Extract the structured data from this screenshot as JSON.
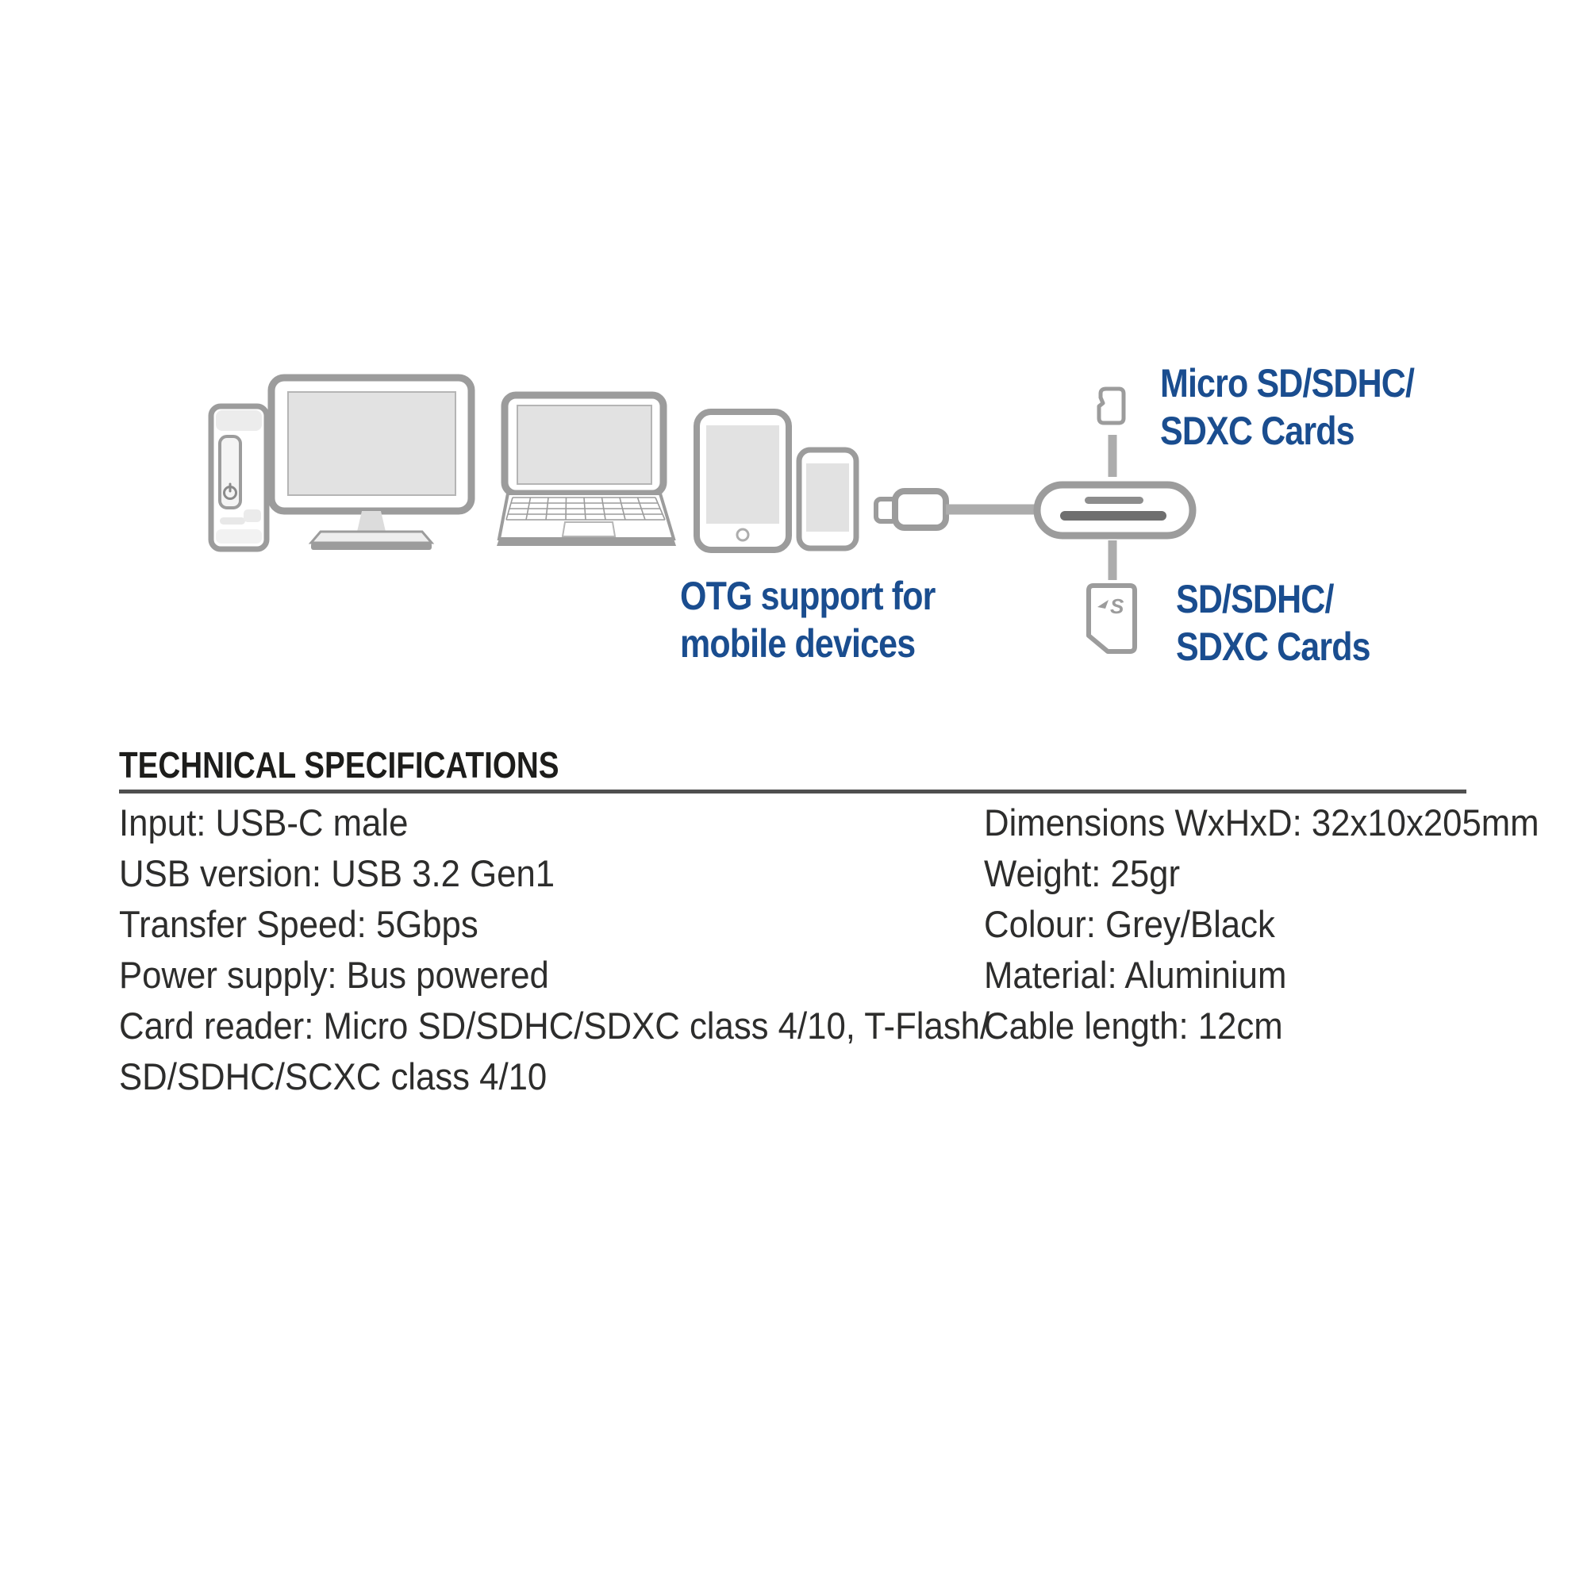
{
  "colors": {
    "accent_blue": "#1a4d8f",
    "outline_gray": "#9c9c9c",
    "screen_gray": "#e2e2e2",
    "cable_gray": "#acacac",
    "slot_top_gray": "#8d8d8d",
    "slot_bottom_gray": "#6f6f6f",
    "led_green": "#2f9e2f",
    "led_red": "#dd1111",
    "heading_black": "#1d1d1b",
    "body_text": "#2d2d2c",
    "rule_gray": "#4f4f4f"
  },
  "diagram": {
    "icons": [
      "desktop-tower",
      "monitor",
      "laptop",
      "tablet",
      "smartphone",
      "usb-c-connector",
      "usb-cable",
      "card-reader",
      "micro-sd-card",
      "sd-card"
    ],
    "labels": {
      "otg": {
        "line1": "OTG support for",
        "line2": "mobile devices"
      },
      "micro_sd": {
        "line1": "Micro SD/SDHC/",
        "line2": "SDXC Cards"
      },
      "sd": {
        "line1": "SD/SDHC/",
        "line2": "SDXC Cards"
      }
    },
    "sd_card_logo": "S"
  },
  "specs": {
    "heading": "TECHNICAL SPECIFICATIONS",
    "left": [
      "Input: USB-C male",
      "USB version: USB 3.2 Gen1",
      "Transfer Speed: 5Gbps",
      "Power supply: Bus powered",
      "Card reader: Micro SD/SDHC/SDXC class 4/10, T-Flash/",
      "SD/SDHC/SCXC class 4/10"
    ],
    "right": [
      "Dimensions WxHxD: 32x10x205mm",
      "Weight: 25gr",
      "Colour: Grey/Black",
      "Material: Aluminium",
      "Cable length: 12cm"
    ]
  }
}
